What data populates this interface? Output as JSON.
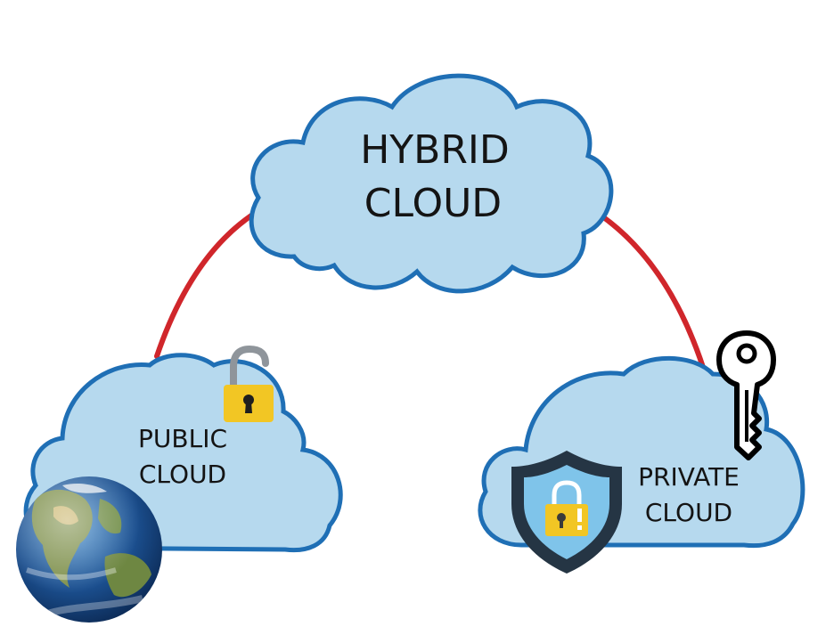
{
  "colors": {
    "cloud_fill": "#b6d9ee",
    "cloud_stroke": "#1f6fb5",
    "connector": "#d0262b",
    "lock_gold": "#f2c624",
    "shackle_gray": "#8f959b",
    "shield_dark": "#253544",
    "shield_light": "#7fc4ea",
    "key_outline": "#000000"
  },
  "nodes": {
    "hybrid": {
      "line1": "HYBRID",
      "line2": "CLOUD"
    },
    "public": {
      "line1": "PUBLIC",
      "line2": "CLOUD",
      "badge_icon": "open-padlock-icon",
      "extra_icon": "earth-globe-icon"
    },
    "private": {
      "line1": "PRIVATE",
      "line2": "CLOUD",
      "badge_icon": "key-icon",
      "extra_icon": "shield-lock-icon"
    }
  },
  "edges": [
    {
      "from": "public",
      "to": "hybrid"
    },
    {
      "from": "hybrid",
      "to": "private"
    }
  ]
}
